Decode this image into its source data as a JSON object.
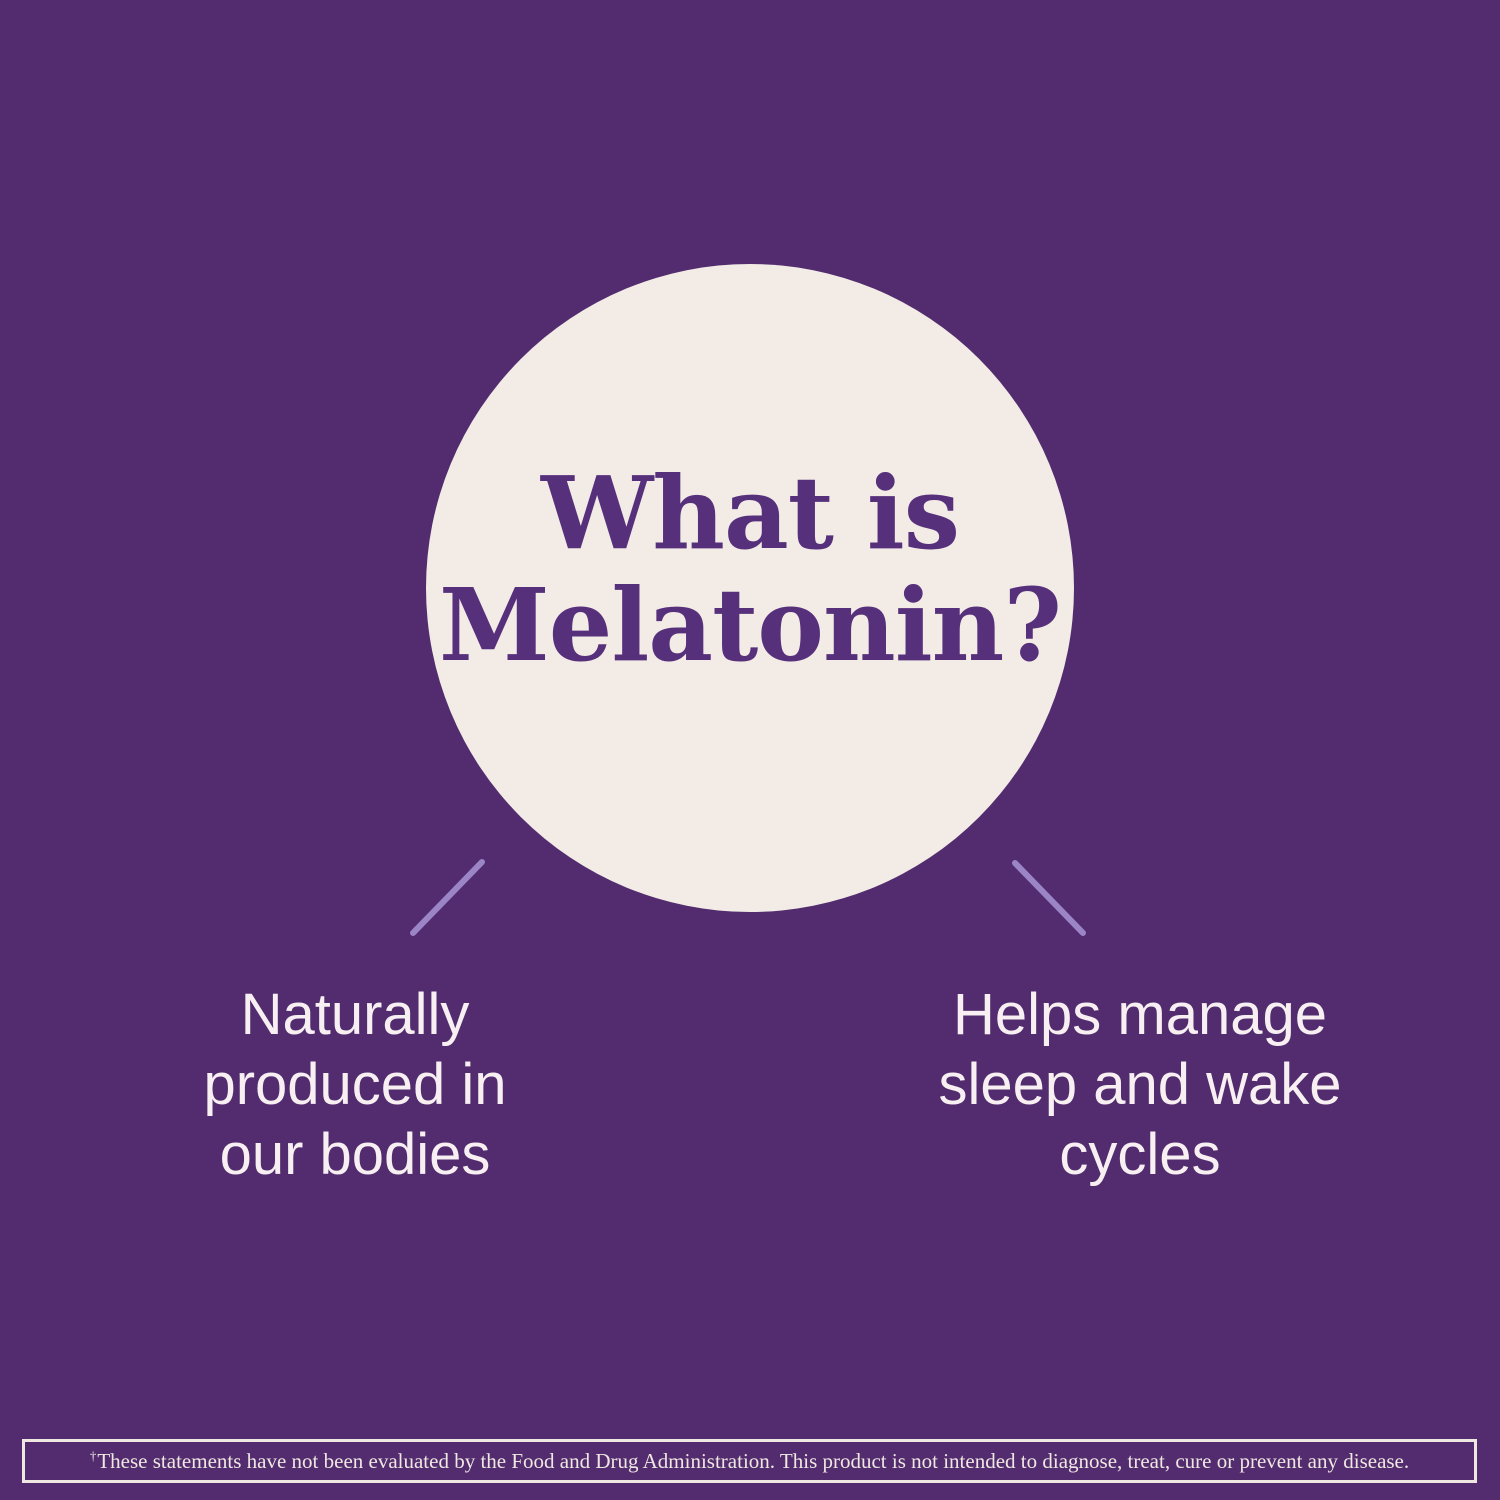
{
  "title": {
    "lines": [
      "What is",
      "Melatonin?"
    ]
  },
  "callouts": {
    "left": {
      "lines": [
        "Naturally",
        "produced in",
        "our bodies"
      ]
    },
    "right": {
      "lines": [
        "Helps manage",
        "sleep and wake",
        "cycles"
      ]
    }
  },
  "disclaimer": {
    "dagger": "†",
    "text": "These statements have not been evaluated by the Food and Drug Administration. This product is not intended to diagnose, treat, cure or prevent any disease."
  },
  "colors": {
    "background": "#522C6E",
    "circle_fill": "#F2EBE6",
    "title_text": "#57307C",
    "body_text": "#F7EFF2",
    "connector_line": "#9B85C6",
    "disclaimer_cream": "#EFE7E1"
  }
}
